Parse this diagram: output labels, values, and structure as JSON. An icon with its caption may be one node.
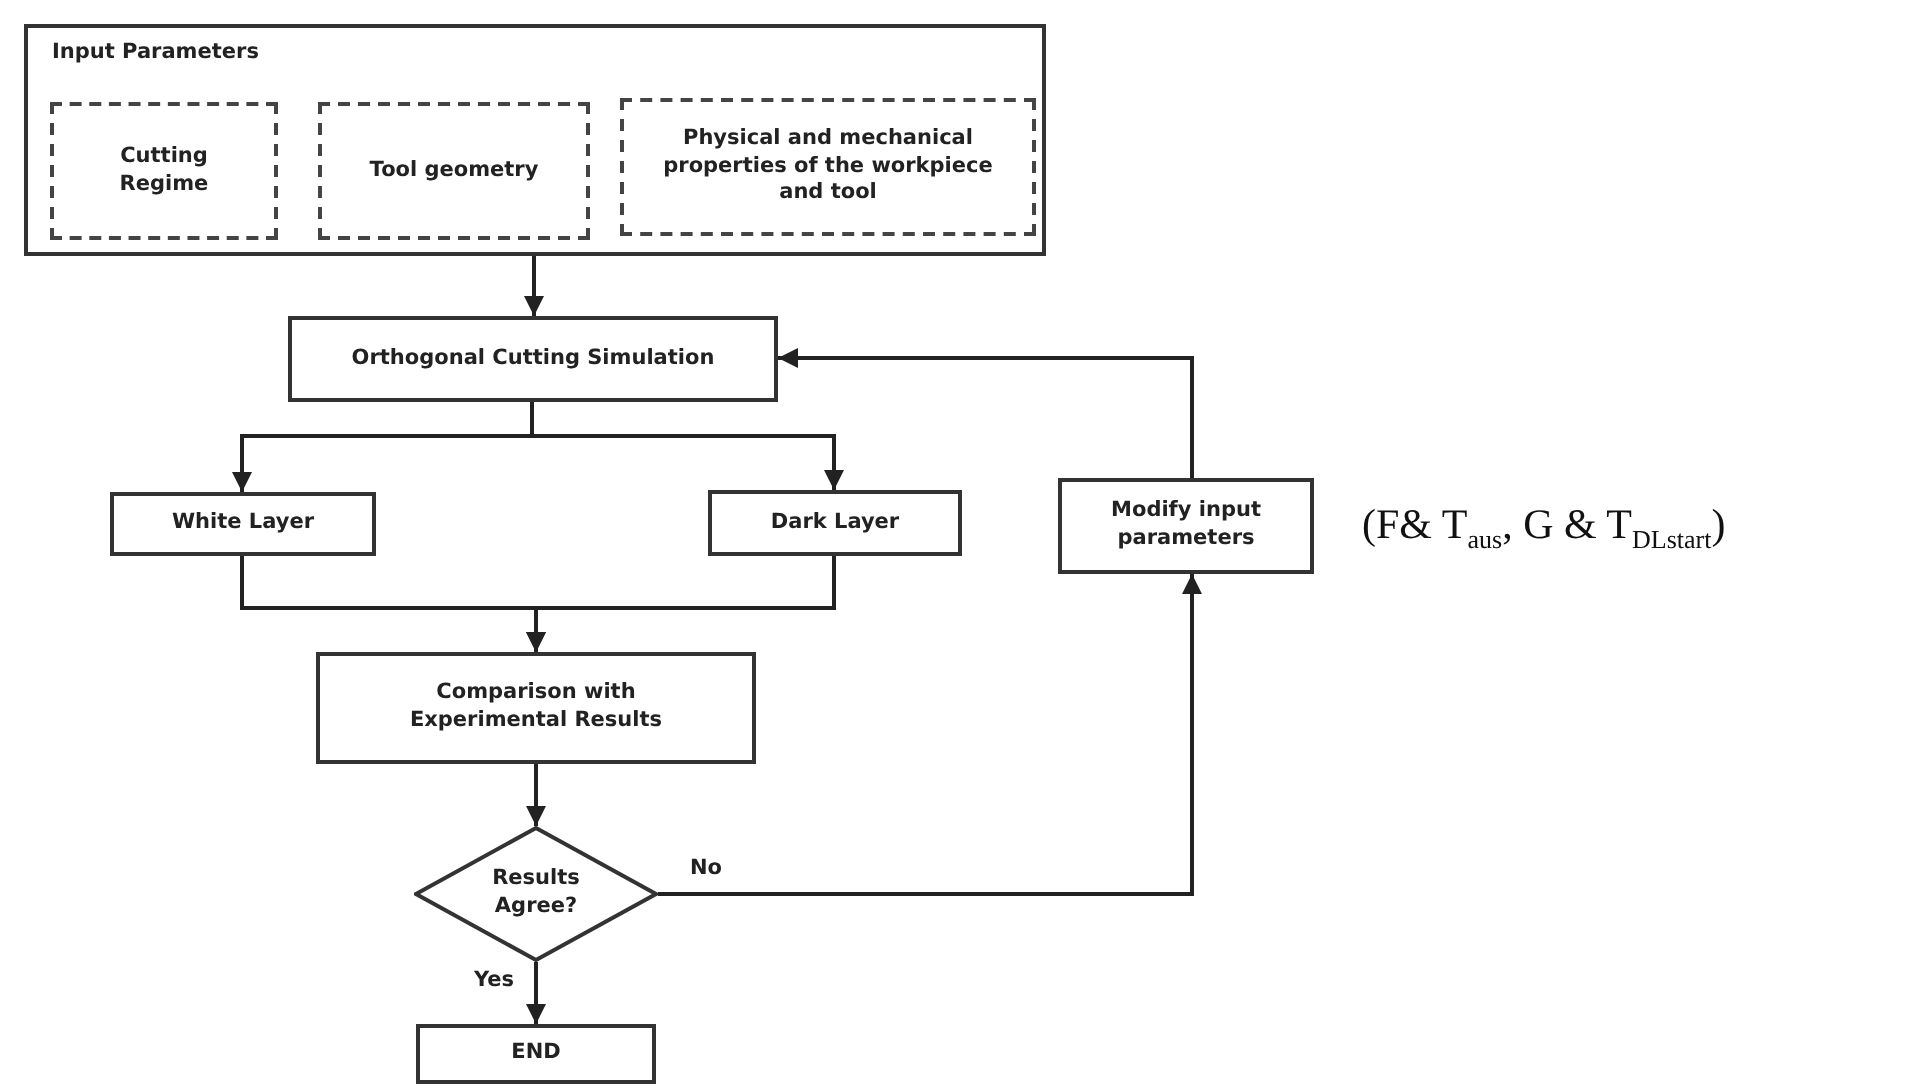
{
  "diagram": {
    "nodes": [
      {
        "text": [
          "Input Parameters"
        ]
      },
      {
        "text": [
          "Cutting Regime"
        ],
        "in": 0
      },
      {
        "text": [
          "Tool geometry"
        ],
        "in": 0
      },
      {
        "text": [
          "Physical and mechanical properties of the workpiece and tool"
        ],
        "in": 0
      },
      {
        "text": [
          "Orthogonal Cutting Simulation"
        ]
      },
      {
        "text": [
          "Modify input parameters"
        ]
      },
      {
        "text": [
          "White Layer"
        ]
      },
      {
        "text": [
          "Dark Layer"
        ]
      },
      {
        "text": [
          "Comparison with Experimental Results"
        ]
      },
      {
        "text": [
          "Results Agree?"
        ]
      },
      {
        "text": [
          "END"
        ]
      }
    ],
    "edges": [
      {
        "from": 0,
        "to": 4,
        "arrow": "to"
      },
      {
        "from": 4,
        "to": 6,
        "arrow": "to"
      },
      {
        "from": 4,
        "to": 7,
        "arrow": "to"
      },
      {
        "from": 6,
        "to": 8,
        "arrow": "to"
      },
      {
        "from": 7,
        "to": 8,
        "arrow": "to"
      },
      {
        "from": 8,
        "to": 9,
        "arrow": "to"
      },
      {
        "from": 9,
        "to": 10,
        "label": "Yes",
        "arrow": "to"
      },
      {
        "from": 9,
        "to": 5,
        "label": "No",
        "arrow": "to"
      },
      {
        "from": 5,
        "to": 4,
        "arrow": "to"
      }
    ],
    "labels": [
      "(F& T$_{aus}$, G & T$_{DLstart}$)"
    ]
  }
}
